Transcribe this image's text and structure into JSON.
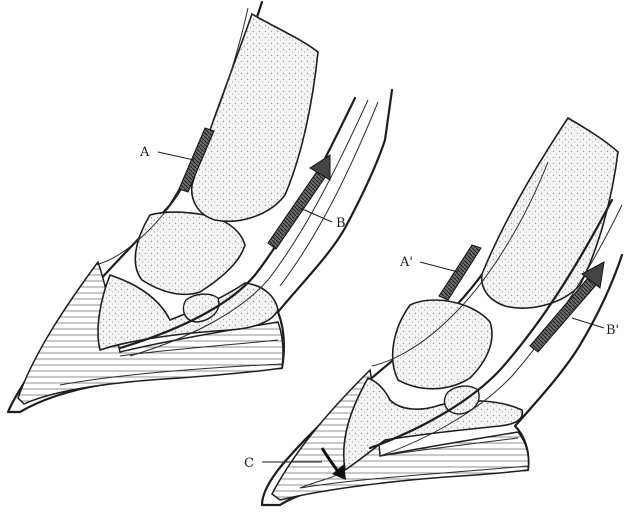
{
  "labels": {
    "a": "A",
    "b": "B",
    "a_prime": "A'",
    "b_prime": "B'",
    "c": "C"
  },
  "colors": {
    "ink": "#1e1e1e",
    "bone_stipple": "#c9c9c9",
    "background": "#ffffff"
  }
}
